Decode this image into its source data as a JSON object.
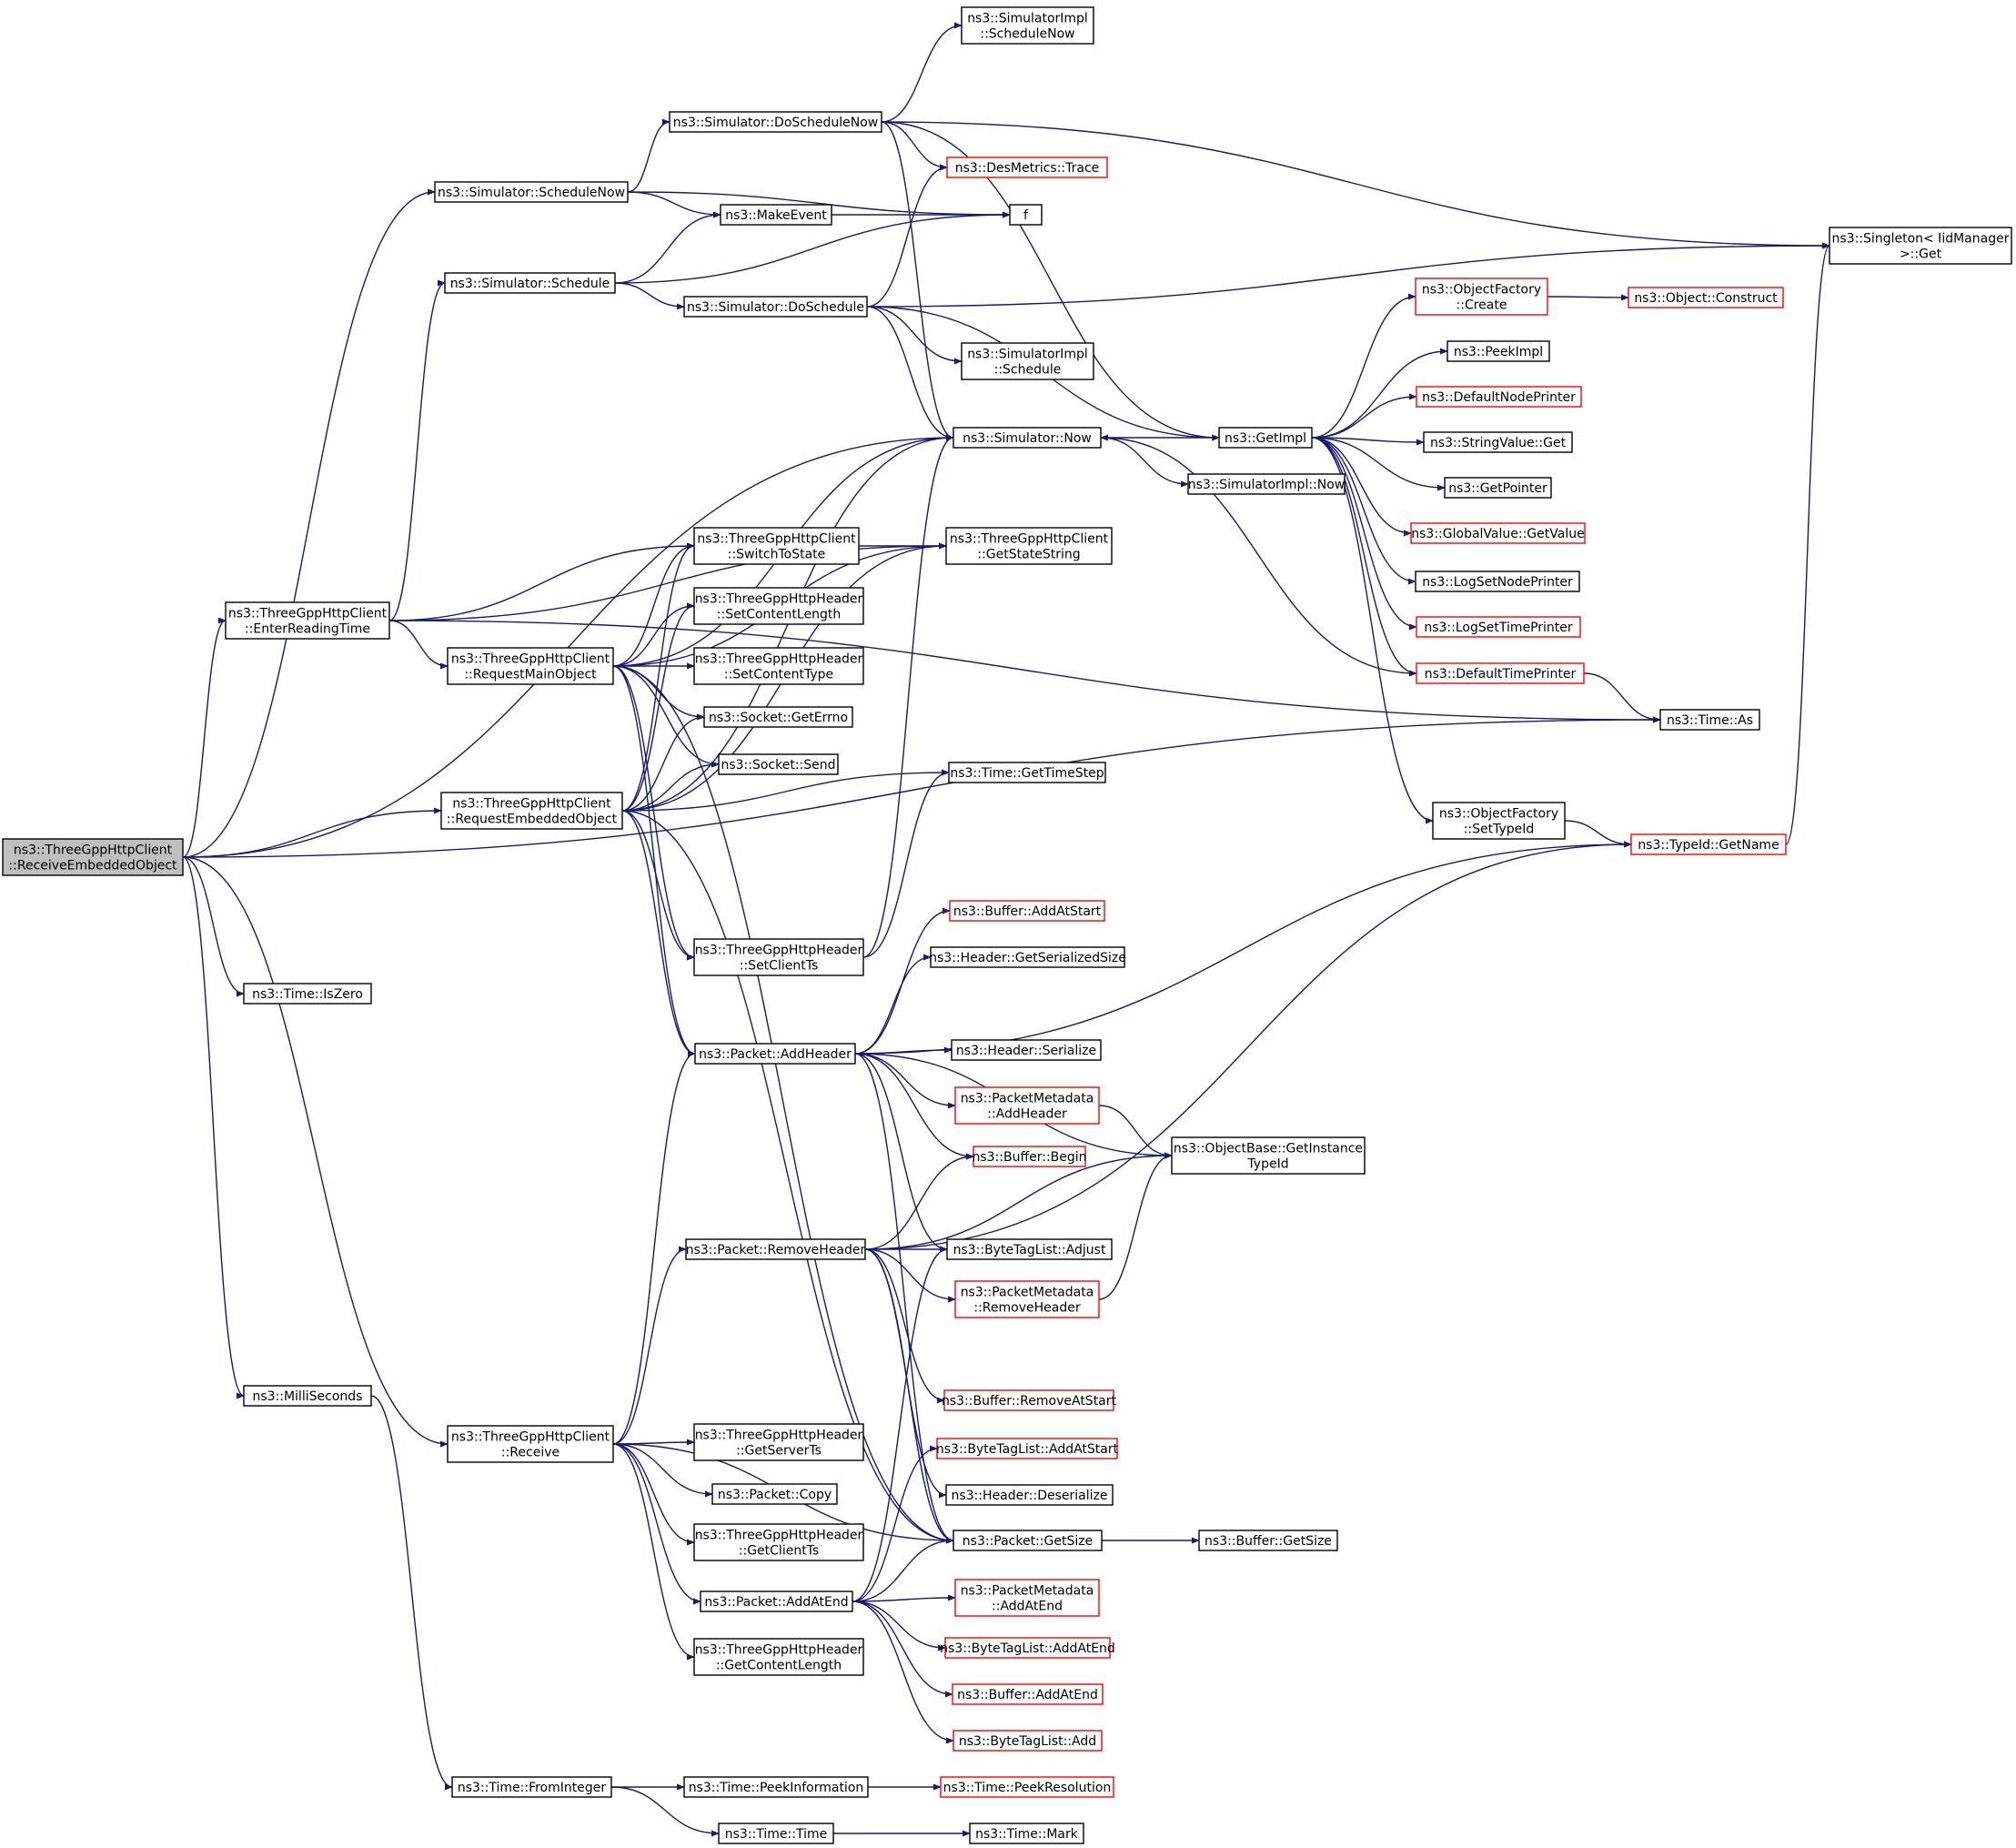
{
  "colors": {
    "edge": "#191970",
    "border_normal": "#000000",
    "border_truncated": "#ff0000",
    "root_fill": "#bfbfbf",
    "node_fill": "#ffffff"
  },
  "nodes": [
    {
      "id": "root",
      "lines": [
        "ns3::ThreeGppHttpClient",
        "::ReceiveEmbeddedObject"
      ],
      "kind": "root"
    },
    {
      "id": "sched_now",
      "lines": [
        "ns3::Simulator::ScheduleNow"
      ],
      "kind": "normal"
    },
    {
      "id": "do_sched_now",
      "lines": [
        "ns3::Simulator::DoScheduleNow"
      ],
      "kind": "normal"
    },
    {
      "id": "simimpl_schednow",
      "lines": [
        "ns3::SimulatorImpl",
        "::ScheduleNow"
      ],
      "kind": "normal"
    },
    {
      "id": "desmetrics_trace",
      "lines": [
        "ns3::DesMetrics::Trace"
      ],
      "kind": "truncated"
    },
    {
      "id": "make_event",
      "lines": [
        "ns3::MakeEvent"
      ],
      "kind": "normal"
    },
    {
      "id": "f",
      "lines": [
        "f"
      ],
      "kind": "normal"
    },
    {
      "id": "singleton_get",
      "lines": [
        "ns3::Singleton< IidManager",
        ">::Get"
      ],
      "kind": "normal"
    },
    {
      "id": "sim_schedule",
      "lines": [
        "ns3::Simulator::Schedule"
      ],
      "kind": "normal"
    },
    {
      "id": "do_schedule",
      "lines": [
        "ns3::Simulator::DoSchedule"
      ],
      "kind": "normal"
    },
    {
      "id": "simimpl_schedule",
      "lines": [
        "ns3::SimulatorImpl",
        "::Schedule"
      ],
      "kind": "normal"
    },
    {
      "id": "sim_now",
      "lines": [
        "ns3::Simulator::Now"
      ],
      "kind": "normal"
    },
    {
      "id": "get_impl",
      "lines": [
        "ns3::GetImpl"
      ],
      "kind": "normal"
    },
    {
      "id": "simimpl_now",
      "lines": [
        "ns3::SimulatorImpl::Now"
      ],
      "kind": "normal"
    },
    {
      "id": "objfactory_create",
      "lines": [
        "ns3::ObjectFactory",
        "::Create"
      ],
      "kind": "truncated"
    },
    {
      "id": "object_construct",
      "lines": [
        "ns3::Object::Construct"
      ],
      "kind": "truncated"
    },
    {
      "id": "peek_impl",
      "lines": [
        "ns3::PeekImpl"
      ],
      "kind": "normal"
    },
    {
      "id": "default_node_printer",
      "lines": [
        "ns3::DefaultNodePrinter"
      ],
      "kind": "truncated"
    },
    {
      "id": "stringvalue_get",
      "lines": [
        "ns3::StringValue::Get"
      ],
      "kind": "normal"
    },
    {
      "id": "get_pointer",
      "lines": [
        "ns3::GetPointer"
      ],
      "kind": "normal"
    },
    {
      "id": "globalvalue_getvalue",
      "lines": [
        "ns3::GlobalValue::GetValue"
      ],
      "kind": "truncated"
    },
    {
      "id": "log_set_node_printer",
      "lines": [
        "ns3::LogSetNodePrinter"
      ],
      "kind": "normal"
    },
    {
      "id": "log_set_time_printer",
      "lines": [
        "ns3::LogSetTimePrinter"
      ],
      "kind": "truncated"
    },
    {
      "id": "default_time_printer",
      "lines": [
        "ns3::DefaultTimePrinter"
      ],
      "kind": "truncated"
    },
    {
      "id": "time_as",
      "lines": [
        "ns3::Time::As"
      ],
      "kind": "normal"
    },
    {
      "id": "objfactory_settypeid",
      "lines": [
        "ns3::ObjectFactory",
        "::SetTypeId"
      ],
      "kind": "normal"
    },
    {
      "id": "typeid_getname",
      "lines": [
        "ns3::TypeId::GetName"
      ],
      "kind": "truncated"
    },
    {
      "id": "enter_reading_time",
      "lines": [
        "ns3::ThreeGppHttpClient",
        "::EnterReadingTime"
      ],
      "kind": "normal"
    },
    {
      "id": "switch_to_state",
      "lines": [
        "ns3::ThreeGppHttpClient",
        "::SwitchToState"
      ],
      "kind": "normal"
    },
    {
      "id": "get_state_string",
      "lines": [
        "ns3::ThreeGppHttpClient",
        "::GetStateString"
      ],
      "kind": "normal"
    },
    {
      "id": "request_main_object",
      "lines": [
        "ns3::ThreeGppHttpClient",
        "::RequestMainObject"
      ],
      "kind": "normal"
    },
    {
      "id": "set_content_length",
      "lines": [
        "ns3::ThreeGppHttpHeader",
        "::SetContentLength"
      ],
      "kind": "normal"
    },
    {
      "id": "set_content_type",
      "lines": [
        "ns3::ThreeGppHttpHeader",
        "::SetContentType"
      ],
      "kind": "normal"
    },
    {
      "id": "socket_geterrno",
      "lines": [
        "ns3::Socket::GetErrno"
      ],
      "kind": "normal"
    },
    {
      "id": "socket_send",
      "lines": [
        "ns3::Socket::Send"
      ],
      "kind": "normal"
    },
    {
      "id": "request_embedded_object",
      "lines": [
        "ns3::ThreeGppHttpClient",
        "::RequestEmbeddedObject"
      ],
      "kind": "normal"
    },
    {
      "id": "time_gettimestep",
      "lines": [
        "ns3::Time::GetTimeStep"
      ],
      "kind": "normal"
    },
    {
      "id": "buffer_addatstart",
      "lines": [
        "ns3::Buffer::AddAtStart"
      ],
      "kind": "truncated"
    },
    {
      "id": "set_client_ts",
      "lines": [
        "ns3::ThreeGppHttpHeader",
        "::SetClientTs"
      ],
      "kind": "normal"
    },
    {
      "id": "header_getserializedsize",
      "lines": [
        "ns3::Header::GetSerializedSize"
      ],
      "kind": "normal"
    },
    {
      "id": "time_iszero",
      "lines": [
        "ns3::Time::IsZero"
      ],
      "kind": "normal"
    },
    {
      "id": "packet_addheader",
      "lines": [
        "ns3::Packet::AddHeader"
      ],
      "kind": "normal"
    },
    {
      "id": "header_serialize",
      "lines": [
        "ns3::Header::Serialize"
      ],
      "kind": "normal"
    },
    {
      "id": "packetmetadata_addheader",
      "lines": [
        "ns3::PacketMetadata",
        "::AddHeader"
      ],
      "kind": "truncated"
    },
    {
      "id": "objectbase_getinstancetypeid",
      "lines": [
        "ns3::ObjectBase::GetInstance",
        "TypeId"
      ],
      "kind": "normal"
    },
    {
      "id": "buffer_begin",
      "lines": [
        "ns3::Buffer::Begin"
      ],
      "kind": "truncated"
    },
    {
      "id": "packet_removeheader",
      "lines": [
        "ns3::Packet::RemoveHeader"
      ],
      "kind": "normal"
    },
    {
      "id": "bytetaglist_adjust",
      "lines": [
        "ns3::ByteTagList::Adjust"
      ],
      "kind": "normal"
    },
    {
      "id": "packetmetadata_removeheader",
      "lines": [
        "ns3::PacketMetadata",
        "::RemoveHeader"
      ],
      "kind": "truncated"
    },
    {
      "id": "milliseconds",
      "lines": [
        "ns3::MilliSeconds"
      ],
      "kind": "normal"
    },
    {
      "id": "buffer_removeatstart",
      "lines": [
        "ns3::Buffer::RemoveAtStart"
      ],
      "kind": "truncated"
    },
    {
      "id": "receive",
      "lines": [
        "ns3::ThreeGppHttpClient",
        "::Receive"
      ],
      "kind": "normal"
    },
    {
      "id": "get_server_ts",
      "lines": [
        "ns3::ThreeGppHttpHeader",
        "::GetServerTs"
      ],
      "kind": "normal"
    },
    {
      "id": "bytetaglist_addatstart",
      "lines": [
        "ns3::ByteTagList::AddAtStart"
      ],
      "kind": "truncated"
    },
    {
      "id": "packet_copy",
      "lines": [
        "ns3::Packet::Copy"
      ],
      "kind": "normal"
    },
    {
      "id": "header_deserialize",
      "lines": [
        "ns3::Header::Deserialize"
      ],
      "kind": "normal"
    },
    {
      "id": "get_client_ts",
      "lines": [
        "ns3::ThreeGppHttpHeader",
        "::GetClientTs"
      ],
      "kind": "normal"
    },
    {
      "id": "packet_getsize",
      "lines": [
        "ns3::Packet::GetSize"
      ],
      "kind": "normal"
    },
    {
      "id": "buffer_getsize",
      "lines": [
        "ns3::Buffer::GetSize"
      ],
      "kind": "normal"
    },
    {
      "id": "packet_addatend",
      "lines": [
        "ns3::Packet::AddAtEnd"
      ],
      "kind": "normal"
    },
    {
      "id": "packetmetadata_addatend",
      "lines": [
        "ns3::PacketMetadata",
        "::AddAtEnd"
      ],
      "kind": "truncated"
    },
    {
      "id": "get_content_length",
      "lines": [
        "ns3::ThreeGppHttpHeader",
        "::GetContentLength"
      ],
      "kind": "normal"
    },
    {
      "id": "bytetaglist_addatend",
      "lines": [
        "ns3::ByteTagList::AddAtEnd"
      ],
      "kind": "truncated"
    },
    {
      "id": "buffer_addatend",
      "lines": [
        "ns3::Buffer::AddAtEnd"
      ],
      "kind": "truncated"
    },
    {
      "id": "bytetaglist_add",
      "lines": [
        "ns3::ByteTagList::Add"
      ],
      "kind": "truncated"
    },
    {
      "id": "time_frominteger",
      "lines": [
        "ns3::Time::FromInteger"
      ],
      "kind": "normal"
    },
    {
      "id": "time_peekinformation",
      "lines": [
        "ns3::Time::PeekInformation"
      ],
      "kind": "normal"
    },
    {
      "id": "time_peekresolution",
      "lines": [
        "ns3::Time::PeekResolution"
      ],
      "kind": "truncated"
    },
    {
      "id": "time_time",
      "lines": [
        "ns3::Time::Time"
      ],
      "kind": "normal"
    },
    {
      "id": "time_mark",
      "lines": [
        "ns3::Time::Mark"
      ],
      "kind": "normal"
    }
  ],
  "edges": [
    [
      "root",
      "sched_now"
    ],
    [
      "root",
      "enter_reading_time"
    ],
    [
      "root",
      "sim_now"
    ],
    [
      "root",
      "request_embedded_object"
    ],
    [
      "root",
      "time_as"
    ],
    [
      "root",
      "time_iszero"
    ],
    [
      "root",
      "receive"
    ],
    [
      "root",
      "milliseconds"
    ],
    [
      "sched_now",
      "do_sched_now"
    ],
    [
      "sched_now",
      "make_event"
    ],
    [
      "sched_now",
      "f"
    ],
    [
      "do_sched_now",
      "simimpl_schednow"
    ],
    [
      "do_sched_now",
      "desmetrics_trace"
    ],
    [
      "do_sched_now",
      "singleton_get"
    ],
    [
      "do_sched_now",
      "get_impl"
    ],
    [
      "do_sched_now",
      "sim_now"
    ],
    [
      "make_event",
      "f"
    ],
    [
      "sim_schedule",
      "make_event"
    ],
    [
      "sim_schedule",
      "f"
    ],
    [
      "sim_schedule",
      "do_schedule"
    ],
    [
      "do_schedule",
      "desmetrics_trace"
    ],
    [
      "do_schedule",
      "singleton_get"
    ],
    [
      "do_schedule",
      "get_impl"
    ],
    [
      "do_schedule",
      "simimpl_schedule"
    ],
    [
      "do_schedule",
      "sim_now"
    ],
    [
      "sim_now",
      "get_impl"
    ],
    [
      "sim_now",
      "simimpl_now"
    ],
    [
      "get_impl",
      "objfactory_create"
    ],
    [
      "get_impl",
      "peek_impl"
    ],
    [
      "get_impl",
      "default_node_printer"
    ],
    [
      "get_impl",
      "stringvalue_get"
    ],
    [
      "get_impl",
      "get_pointer"
    ],
    [
      "get_impl",
      "globalvalue_getvalue"
    ],
    [
      "get_impl",
      "log_set_node_printer"
    ],
    [
      "get_impl",
      "log_set_time_printer"
    ],
    [
      "get_impl",
      "default_time_printer"
    ],
    [
      "get_impl",
      "objfactory_settypeid"
    ],
    [
      "objfactory_create",
      "object_construct"
    ],
    [
      "default_time_printer",
      "sim_now"
    ],
    [
      "default_time_printer",
      "time_as"
    ],
    [
      "objfactory_settypeid",
      "typeid_getname"
    ],
    [
      "typeid_getname",
      "singleton_get"
    ],
    [
      "enter_reading_time",
      "sim_schedule"
    ],
    [
      "enter_reading_time",
      "switch_to_state"
    ],
    [
      "enter_reading_time",
      "get_state_string"
    ],
    [
      "enter_reading_time",
      "request_main_object"
    ],
    [
      "enter_reading_time",
      "time_as"
    ],
    [
      "switch_to_state",
      "get_state_string"
    ],
    [
      "request_main_object",
      "sim_now"
    ],
    [
      "request_main_object",
      "get_state_string"
    ],
    [
      "request_main_object",
      "switch_to_state"
    ],
    [
      "request_main_object",
      "set_content_length"
    ],
    [
      "request_main_object",
      "set_content_type"
    ],
    [
      "request_main_object",
      "socket_geterrno"
    ],
    [
      "request_main_object",
      "socket_send"
    ],
    [
      "request_main_object",
      "set_client_ts"
    ],
    [
      "request_main_object",
      "packet_addheader"
    ],
    [
      "request_main_object",
      "packet_getsize"
    ],
    [
      "request_embedded_object",
      "switch_to_state"
    ],
    [
      "request_embedded_object",
      "set_content_length"
    ],
    [
      "request_embedded_object",
      "socket_geterrno"
    ],
    [
      "request_embedded_object",
      "socket_send"
    ],
    [
      "request_embedded_object",
      "sim_now"
    ],
    [
      "request_embedded_object",
      "get_state_string"
    ],
    [
      "request_embedded_object",
      "set_client_ts"
    ],
    [
      "request_embedded_object",
      "packet_addheader"
    ],
    [
      "request_embedded_object",
      "packet_getsize"
    ],
    [
      "request_embedded_object",
      "time_gettimestep"
    ],
    [
      "set_client_ts",
      "sim_now"
    ],
    [
      "set_client_ts",
      "time_gettimestep"
    ],
    [
      "packet_addheader",
      "buffer_addatstart"
    ],
    [
      "packet_addheader",
      "header_getserializedsize"
    ],
    [
      "packet_addheader",
      "header_serialize"
    ],
    [
      "packet_addheader",
      "packetmetadata_addheader"
    ],
    [
      "packet_addheader",
      "objectbase_getinstancetypeid"
    ],
    [
      "packet_addheader",
      "buffer_begin"
    ],
    [
      "packet_addheader",
      "bytetaglist_adjust"
    ],
    [
      "packet_addheader",
      "typeid_getname"
    ],
    [
      "packet_addheader",
      "packet_getsize"
    ],
    [
      "packetmetadata_addheader",
      "objectbase_getinstancetypeid"
    ],
    [
      "packet_removeheader",
      "buffer_begin"
    ],
    [
      "packet_removeheader",
      "objectbase_getinstancetypeid"
    ],
    [
      "packet_removeheader",
      "bytetaglist_adjust"
    ],
    [
      "packet_removeheader",
      "packetmetadata_removeheader"
    ],
    [
      "packet_removeheader",
      "typeid_getname"
    ],
    [
      "packet_removeheader",
      "buffer_removeatstart"
    ],
    [
      "packet_removeheader",
      "header_deserialize"
    ],
    [
      "packet_removeheader",
      "packet_getsize"
    ],
    [
      "packetmetadata_removeheader",
      "objectbase_getinstancetypeid"
    ],
    [
      "milliseconds",
      "time_frominteger"
    ],
    [
      "receive",
      "packet_addheader"
    ],
    [
      "receive",
      "packet_removeheader"
    ],
    [
      "receive",
      "get_server_ts"
    ],
    [
      "receive",
      "packet_copy"
    ],
    [
      "receive",
      "get_client_ts"
    ],
    [
      "receive",
      "packet_addatend"
    ],
    [
      "receive",
      "get_content_length"
    ],
    [
      "receive",
      "packet_getsize"
    ],
    [
      "packet_getsize",
      "buffer_getsize"
    ],
    [
      "packet_addatend",
      "packet_getsize"
    ],
    [
      "packet_addatend",
      "packetmetadata_addatend"
    ],
    [
      "packet_addatend",
      "bytetaglist_addatend"
    ],
    [
      "packet_addatend",
      "buffer_addatend"
    ],
    [
      "packet_addatend",
      "bytetaglist_add"
    ],
    [
      "packet_addatend",
      "bytetaglist_adjust"
    ],
    [
      "packet_addatend",
      "bytetaglist_addatstart"
    ],
    [
      "time_frominteger",
      "time_peekinformation"
    ],
    [
      "time_frominteger",
      "time_time"
    ],
    [
      "time_peekinformation",
      "time_peekresolution"
    ],
    [
      "time_time",
      "time_mark"
    ]
  ]
}
